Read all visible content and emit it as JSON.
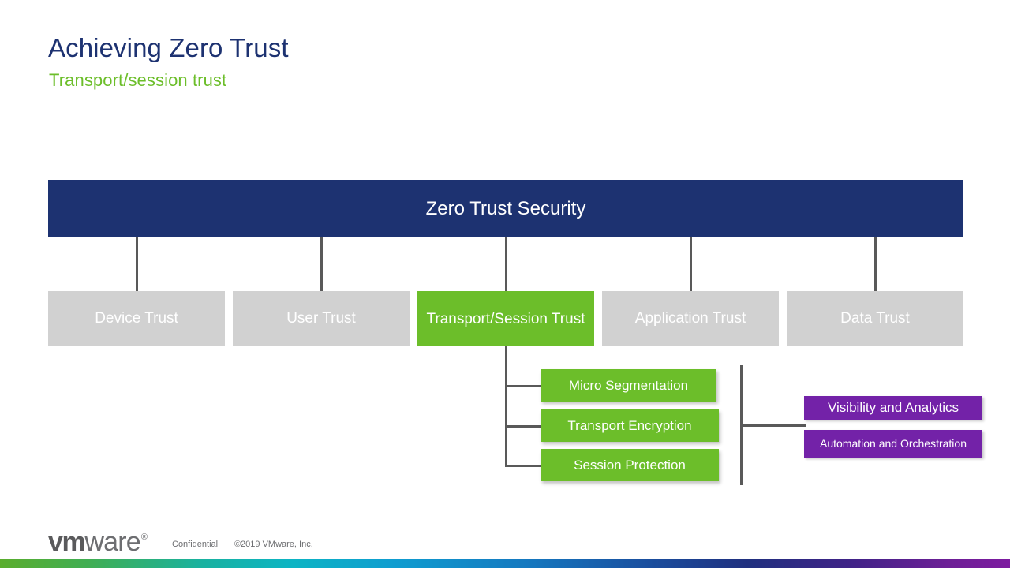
{
  "title": "Achieving Zero Trust",
  "subtitle": "Transport/session trust",
  "diagram": {
    "root": {
      "label": "Zero Trust Security",
      "color": "#1d3271"
    },
    "tier2": [
      {
        "label": "Device Trust",
        "color": "#d1d1d1",
        "active": false
      },
      {
        "label": "User Trust",
        "color": "#d1d1d1",
        "active": false
      },
      {
        "label": "Transport/Session Trust",
        "color": "#6cbe2a",
        "active": true
      },
      {
        "label": "Application Trust",
        "color": "#d1d1d1",
        "active": false
      },
      {
        "label": "Data Trust",
        "color": "#d1d1d1",
        "active": false
      }
    ],
    "leaves": [
      {
        "label": "Micro Segmentation",
        "color": "#6cbe2a"
      },
      {
        "label": "Transport Encryption",
        "color": "#6cbe2a"
      },
      {
        "label": "Session Protection",
        "color": "#6cbe2a"
      }
    ],
    "side": [
      {
        "label": "Visibility and Analytics",
        "color": "#7322a8"
      },
      {
        "label": "Automation and Orchestration",
        "color": "#7322a8"
      }
    ],
    "connector_color": "#595959"
  },
  "footer": {
    "logo_vm": "vm",
    "logo_ware": "ware",
    "logo_reg": "®",
    "confidential": "Confidential",
    "separator": "|",
    "copyright": "©2019 VMware, Inc."
  }
}
